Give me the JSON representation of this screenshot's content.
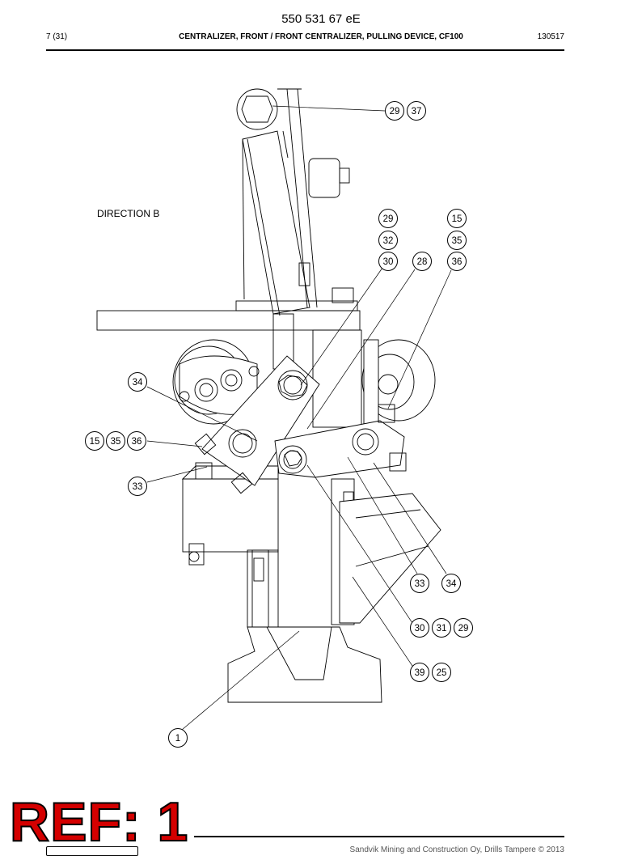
{
  "header": {
    "doc_number": "550 531 67 eE",
    "page": "7 (31)",
    "title": "CENTRALIZER, FRONT / FRONT CENTRALIZER, PULLING DEVICE, CF100",
    "date": "130517"
  },
  "drawing": {
    "view_label": "DIRECTION B",
    "callouts": [
      "29",
      "37",
      "29",
      "32",
      "30",
      "28",
      "15",
      "35",
      "36",
      "34",
      "15",
      "35",
      "36",
      "33",
      "33",
      "34",
      "30",
      "31",
      "29",
      "39",
      "25",
      "1"
    ]
  },
  "footer": {
    "ref_stamp": "REF: 1",
    "copyright": "Sandvik Mining and Construction Oy, Drills Tampere © 2013"
  }
}
